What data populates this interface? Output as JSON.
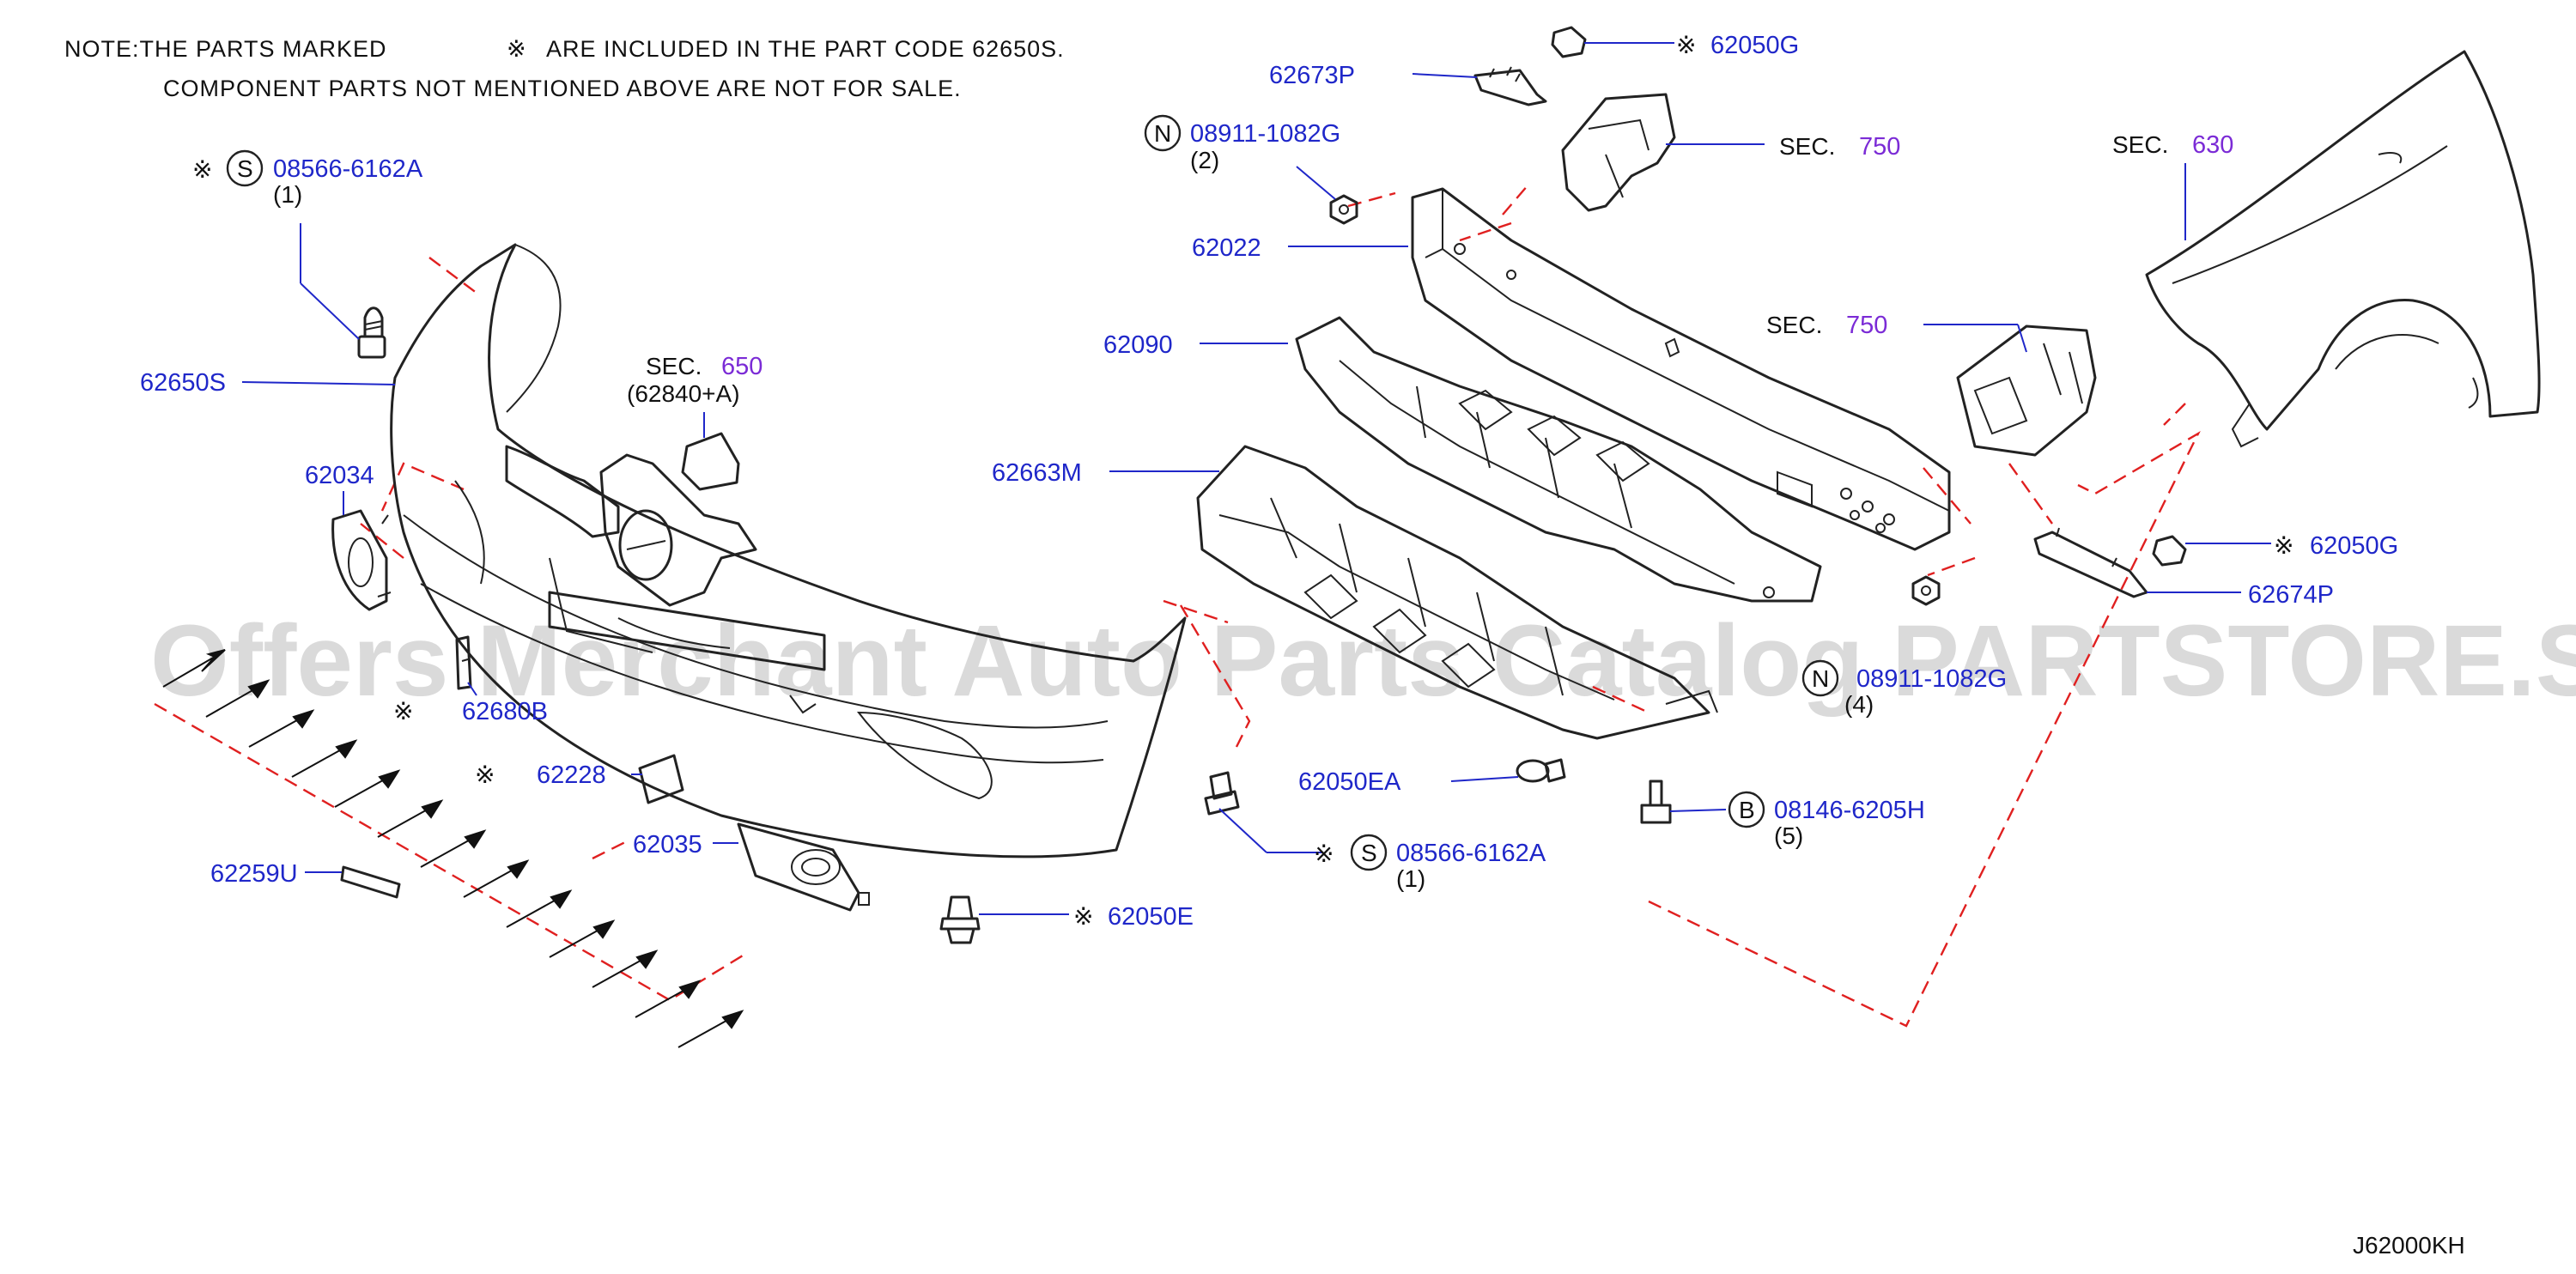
{
  "note": {
    "line1_prefix": "NOTE:THE PARTS MARKED",
    "line1_suffix": "ARE INCLUDED IN THE PART CODE 62650S.",
    "line2": "COMPONENT PARTS NOT MENTIONED ABOVE ARE NOT FOR SALE."
  },
  "mark_symbol": "※",
  "watermark": "Offers Merchant Auto Parts Catalog PARTSTORE.SA",
  "diagram_code": "J62000KH",
  "callouts": {
    "p08566_top": {
      "prefix": "S",
      "code": "08566-6162A",
      "qty": "(1)"
    },
    "p62650S": "62650S",
    "p62034": "62034",
    "p62680B": "62680B",
    "p62228": "62228",
    "p62035": "62035",
    "p62259U": "62259U",
    "p62050E": "62050E",
    "p62050EA": "62050EA",
    "p08566_bottom": {
      "prefix": "S",
      "code": "08566-6162A",
      "qty": "(1)"
    },
    "p08146": {
      "prefix": "B",
      "code": "08146-6205H",
      "qty": "(5)"
    },
    "p62663M": "62663M",
    "p62090": "62090",
    "p62022": "62022",
    "p08911_top": {
      "prefix": "N",
      "code": "08911-1082G",
      "qty": "(2)"
    },
    "p08911_bottom": {
      "prefix": "N",
      "code": "08911-1082G",
      "qty": "(4)"
    },
    "p62673P": "62673P",
    "p62050G_top": "62050G",
    "p62050G_right": "62050G",
    "p62674P": "62674P",
    "sec650": {
      "label": "SEC.",
      "num": "650",
      "sub": "(62840+A)"
    },
    "sec750_top": {
      "label": "SEC.",
      "num": "750"
    },
    "sec750_mid": {
      "label": "SEC.",
      "num": "750"
    },
    "sec630": {
      "label": "SEC.",
      "num": "630"
    }
  },
  "colors": {
    "part_number": "#1f27c9",
    "section_number": "#7b2bd6",
    "assembly_line": "#e02020",
    "drawing": "#222222"
  }
}
